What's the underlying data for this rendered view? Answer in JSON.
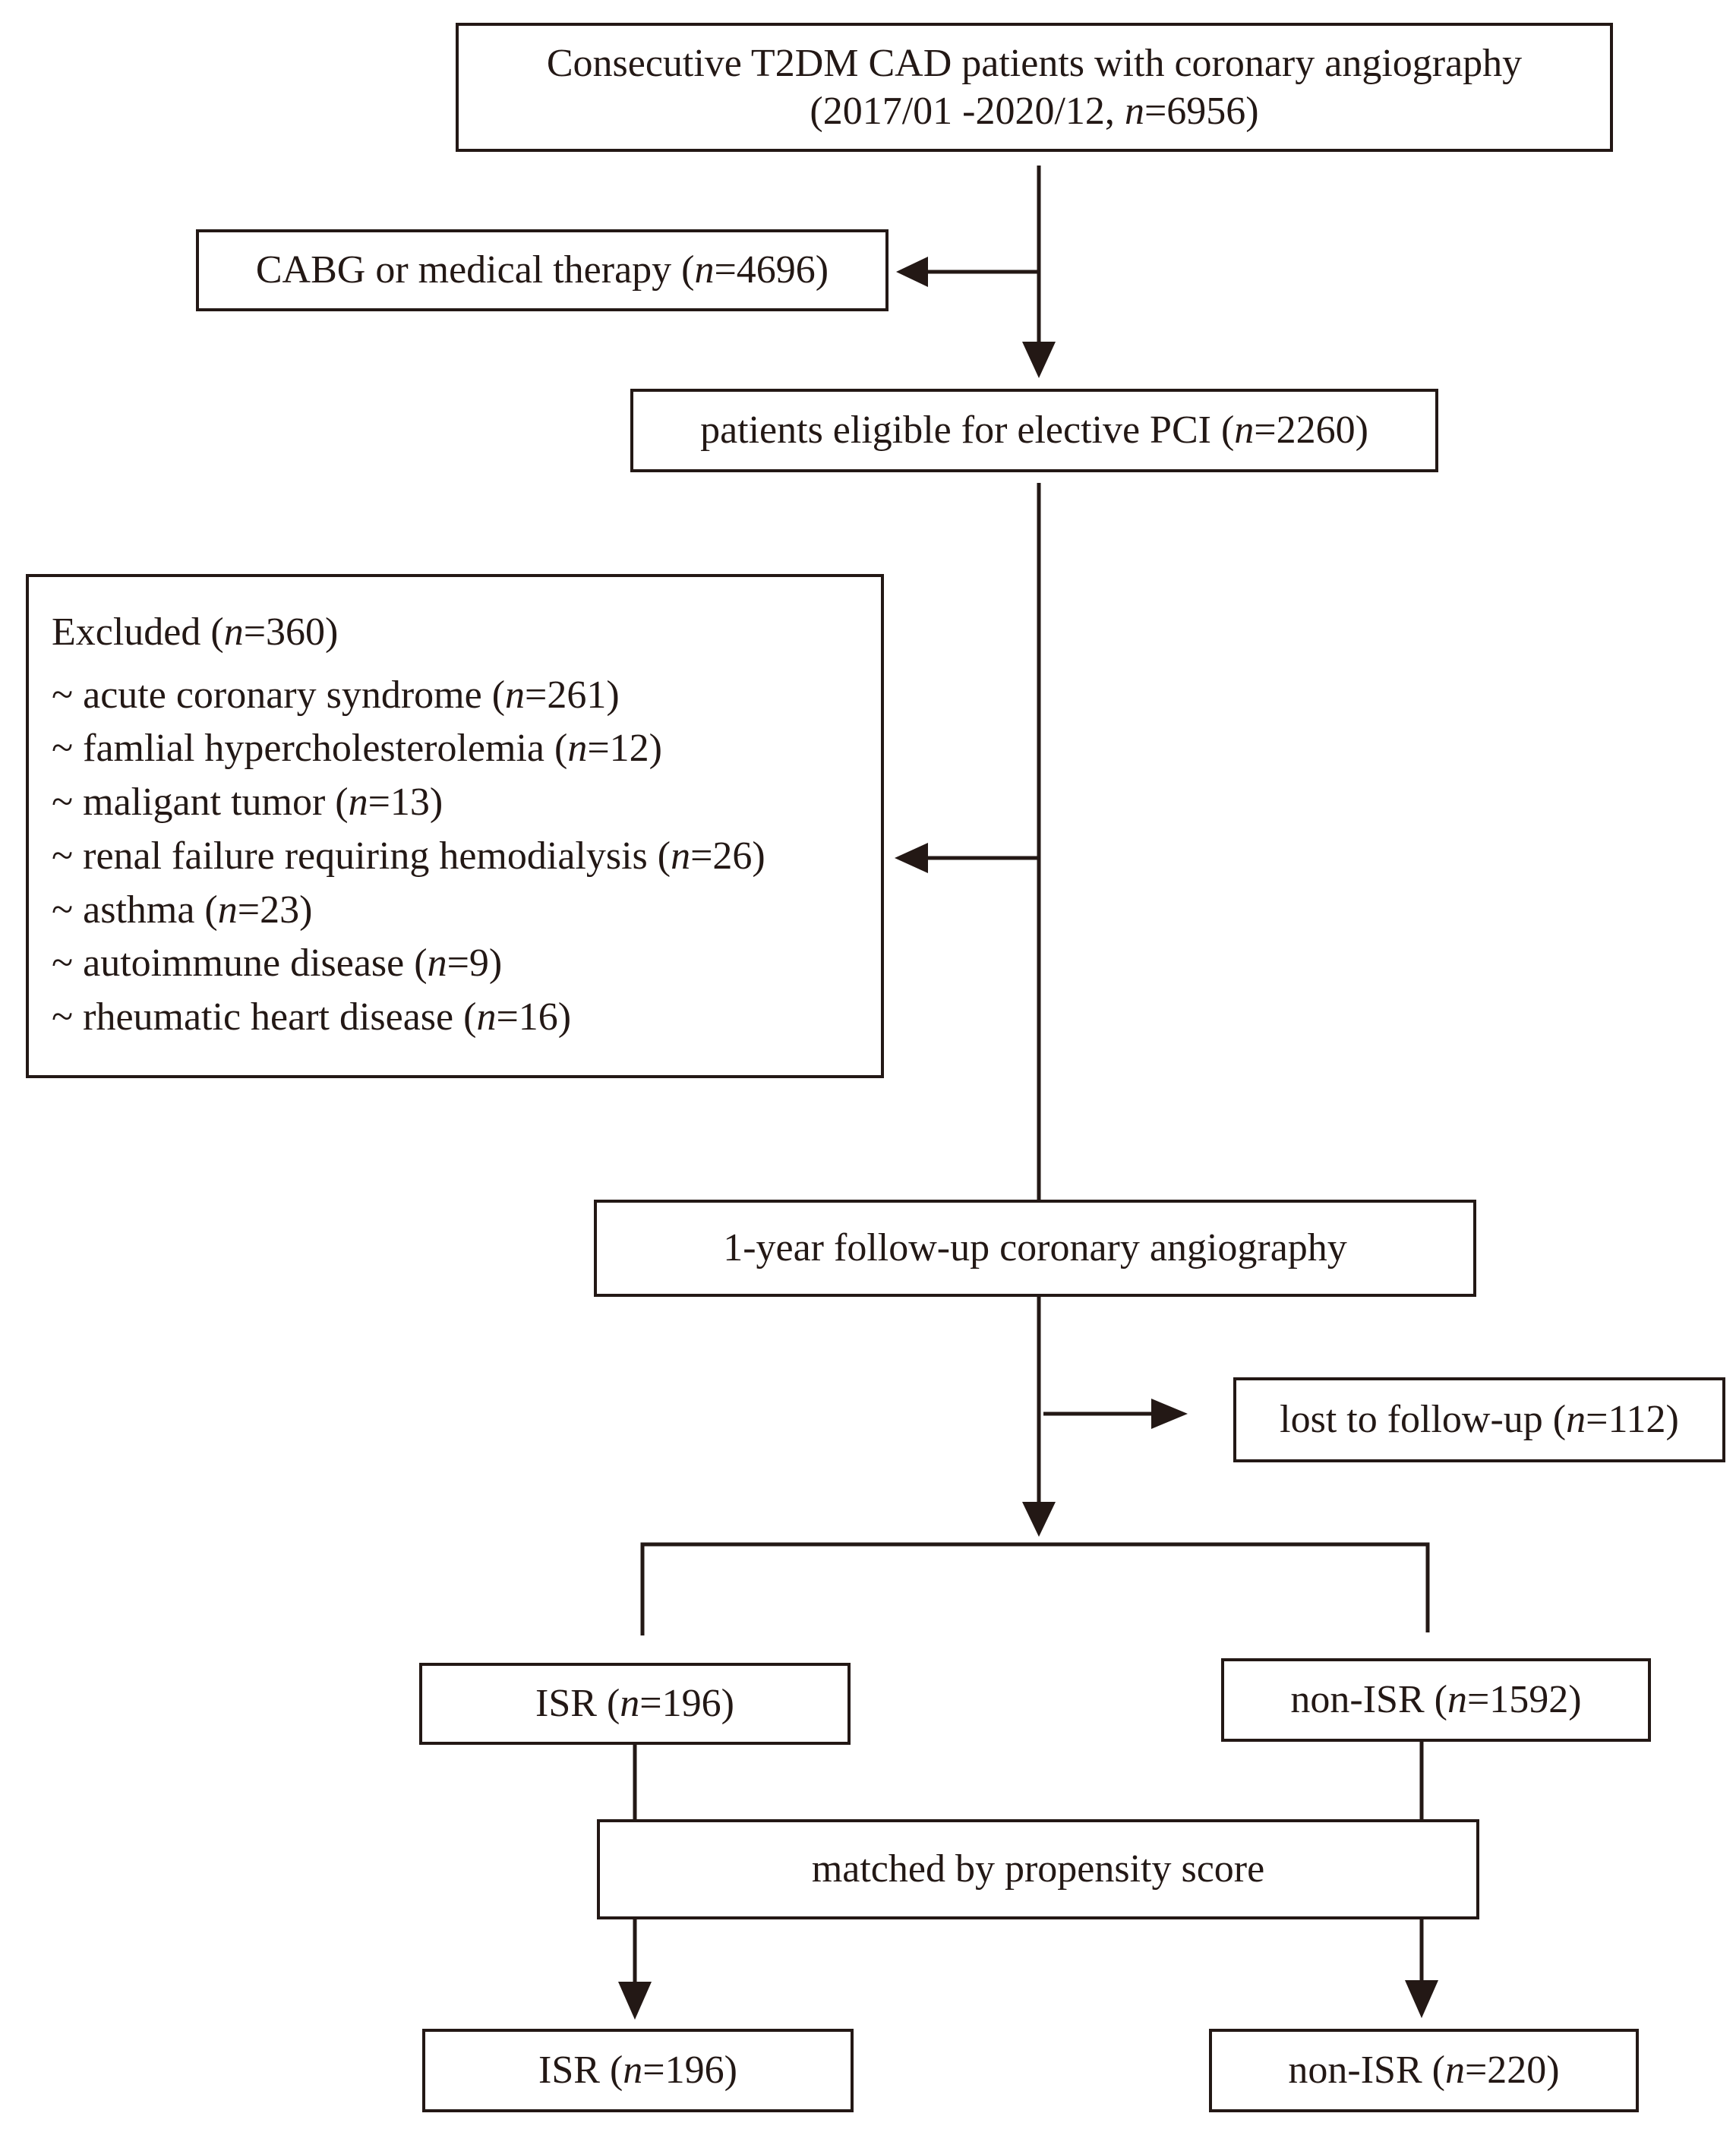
{
  "flowchart": {
    "start": {
      "line1": "Consecutive T2DM CAD patients with coronary angiography",
      "line2_pre": "(2017/01 -2020/12, ",
      "n": "n",
      "line2_post": "=6956)"
    },
    "cabg": {
      "pre": "CABG or medical therapy (",
      "n": "n",
      "post": "=4696)"
    },
    "eligible": {
      "pre": "patients eligible for elective PCI (",
      "n": "n",
      "post": "=2260)"
    },
    "excluded": {
      "title_pre": "Excluded (",
      "title_n": "n",
      "title_post": "=360)",
      "items": [
        {
          "pre": "~ acute coronary syndrome (",
          "n": "n",
          "post": "=261)"
        },
        {
          "pre": "~ famlial hypercholesterolemia (",
          "n": "n",
          "post": "=12)"
        },
        {
          "pre": "~ maligant tumor (",
          "n": "n",
          "post": "=13)"
        },
        {
          "pre": "~ renal failure requiring hemodialysis (",
          "n": "n",
          "post": "=26)"
        },
        {
          "pre": "~ asthma (",
          "n": "n",
          "post": "=23)"
        },
        {
          "pre": "~ autoimmune disease (",
          "n": "n",
          "post": "=9)"
        },
        {
          "pre": "~ rheumatic heart disease (",
          "n": "n",
          "post": "=16)"
        }
      ]
    },
    "followup": {
      "label": "1-year follow-up coronary angiography"
    },
    "lost": {
      "pre": "lost to follow-up (",
      "n": "n",
      "post": "=112)"
    },
    "isr1": {
      "pre": "ISR (",
      "n": "n",
      "post": "=196)"
    },
    "nonisr1": {
      "pre": "non-ISR (",
      "n": "n",
      "post": "=1592)"
    },
    "matched": {
      "label": "matched by propensity score"
    },
    "isr2": {
      "pre": "ISR (",
      "n": "n",
      "post": "=196)"
    },
    "nonisr2": {
      "pre": "non-ISR (",
      "n": "n",
      "post": "=220)"
    }
  }
}
